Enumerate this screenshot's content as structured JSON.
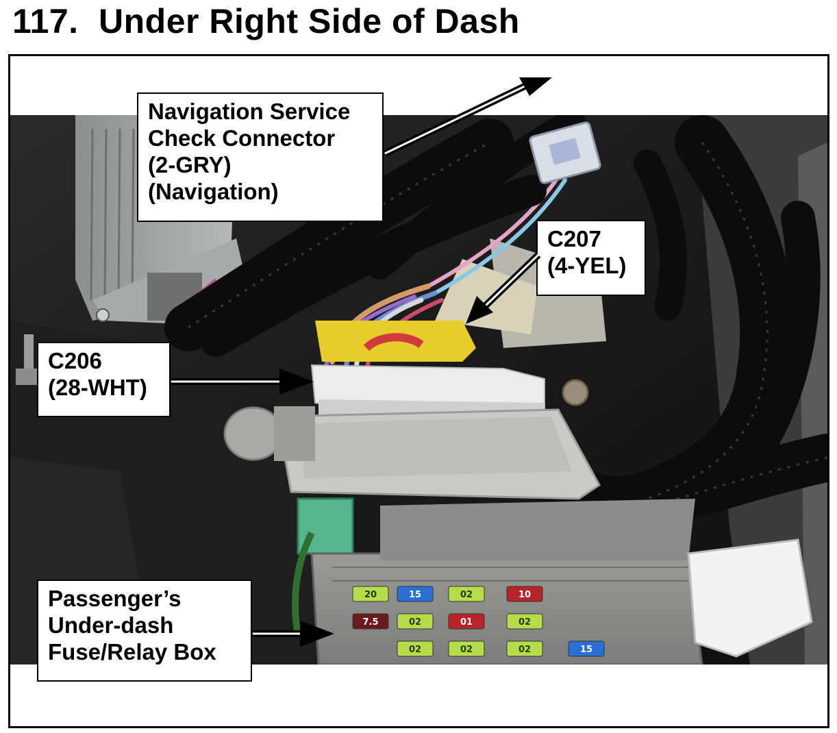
{
  "page": {
    "number": "117.",
    "title": "Under Right Side of Dash"
  },
  "callouts": {
    "nav": {
      "lines": [
        "Navigation Service",
        "Check Connector",
        "(2-GRY)",
        "(Navigation)"
      ]
    },
    "c207": {
      "lines": [
        "C207",
        "(4-YEL)"
      ]
    },
    "c206": {
      "lines": [
        "C206",
        "(28-WHT)"
      ]
    },
    "fuse": {
      "lines": [
        "Passenger’s",
        "Under-dash",
        "Fuse/Relay Box"
      ]
    }
  },
  "fuse_labels": [
    "20",
    "15",
    "02",
    "10",
    "7.5",
    "02",
    "01",
    "02",
    "15",
    "02",
    "02",
    "02"
  ],
  "colors": {
    "harness": "#111111",
    "connector_white": "#e8e8e8",
    "connector_yellow": "#e6cd2c",
    "connector_green": "#56b58f",
    "fuse_green": "#b7dc4a",
    "fuse_blue": "#2a6fd6",
    "fuse_red": "#b9232a",
    "fuse_brown": "#6b1b1b"
  }
}
